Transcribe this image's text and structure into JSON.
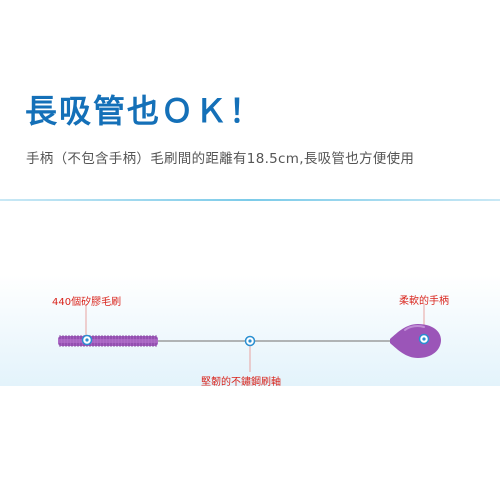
{
  "headline": "長吸管也ＯＫ！",
  "subline": "手柄（不包含手柄）毛刷間的距離有18.5cm,長吸管也方便使用",
  "labels": {
    "bristles": "440個矽膠毛刷",
    "handle": "柔軟的手柄",
    "shaft": "堅韌的不鏽鋼刷軸"
  },
  "colors": {
    "headline": "#1470b8",
    "callout": "#d9241c",
    "brush": "#9b55b8",
    "marker": "#2a8fd1"
  }
}
